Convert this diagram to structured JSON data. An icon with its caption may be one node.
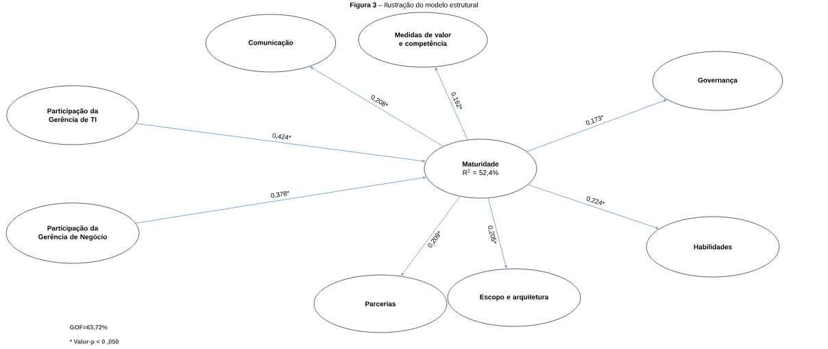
{
  "diagram": {
    "title": "**Figura 3** – Ilustração do modelo estrutural",
    "nodes": [
      {
        "text": [
          "Comunicação"
        ]
      },
      {
        "text": [
          "Medidas de valor e competência"
        ]
      },
      {
        "text": [
          "Governança"
        ]
      },
      {
        "text": [
          "Participação da Gerência de TI"
        ]
      },
      {
        "text": [
          "Maturidade",
          "R$^{2}$ = 52,4%"
        ]
      },
      {
        "text": [
          "Participação da Gerência de Negócio"
        ]
      },
      {
        "text": [
          "Habilidades"
        ]
      },
      {
        "text": [
          "Parcerias"
        ]
      },
      {
        "text": [
          "Escopo e arquitetura"
        ]
      }
    ],
    "edges": [
      {
        "from": 3,
        "to": 4,
        "arrow": "to",
        "label": "0,424*"
      },
      {
        "from": 5,
        "to": 4,
        "arrow": "to",
        "label": "0,378*"
      },
      {
        "from": 4,
        "to": 0,
        "arrow": "to",
        "label": "0,208*"
      },
      {
        "from": 4,
        "to": 1,
        "arrow": "to",
        "label": "0,162*"
      },
      {
        "from": 4,
        "to": 2,
        "arrow": "to",
        "label": "0,173*"
      },
      {
        "from": 4,
        "to": 6,
        "arrow": "to",
        "label": "0,224*"
      },
      {
        "from": 4,
        "to": 8,
        "arrow": "to",
        "label": "0,205*"
      },
      {
        "from": 4,
        "to": 7,
        "arrow": "to",
        "label": "0,209*"
      }
    ],
    "labels": [
      "GOF=63,72%",
      "* Valor-p < 0 ,050"
    ]
  }
}
